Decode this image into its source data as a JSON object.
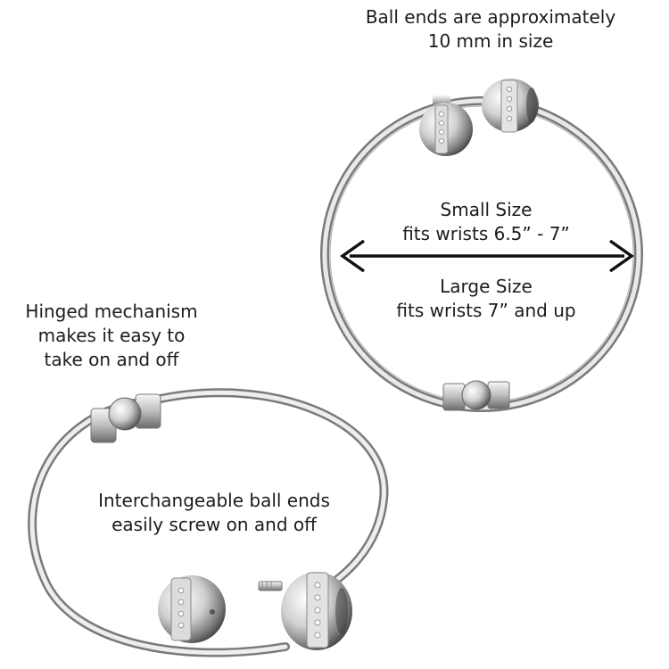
{
  "captions": {
    "ball_ends": [
      "Ball ends are approximately",
      "10 mm in size"
    ],
    "small_size": [
      "Small Size",
      "fits wrists 6.5” - 7”"
    ],
    "large_size": [
      "Large Size",
      "fits wrists 7” and up"
    ],
    "hinged": [
      "Hinged mechanism",
      "makes it easy to",
      "take on and off"
    ],
    "interchangeable": [
      "Interchangeable ball ends",
      "easily screw on and off"
    ]
  },
  "colors": {
    "background": "#ffffff",
    "silver_light": "#f2f2f2",
    "silver_mid": "#b8b8b8",
    "silver_dark": "#6e6e6e",
    "arrow": "#111111",
    "text": "#1c1c1c"
  }
}
